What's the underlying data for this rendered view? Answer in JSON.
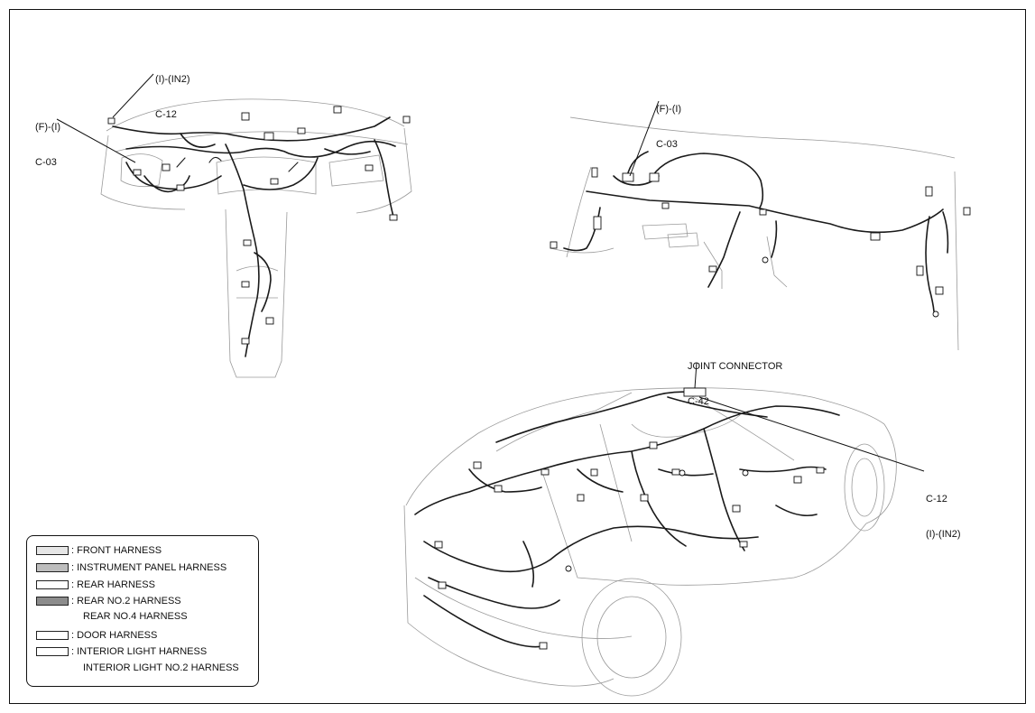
{
  "callouts": {
    "dash_in2": {
      "line1": "(I)-(IN2)",
      "line2": "C-12"
    },
    "dash_fi": {
      "line1": "(F)-(I)",
      "line2": "C-03"
    },
    "kick_fi": {
      "line1": "(F)-(I)",
      "line2": "C-03"
    },
    "joint": {
      "line1": "JOINT CONNECTOR",
      "line2": "C-42"
    },
    "car_c12": {
      "line1": "C-12",
      "line2": "(I)-(IN2)"
    }
  },
  "legend": {
    "items": [
      {
        "label": ": FRONT HARNESS",
        "swatch": "#e6e6e6"
      },
      {
        "label": ": INSTRUMENT PANEL HARNESS",
        "swatch": "#bdbdbd"
      },
      {
        "label": ": REAR HARNESS",
        "swatch": "#ffffff"
      },
      {
        "label": ": REAR NO.2 HARNESS",
        "swatch": "#8c8c8c"
      },
      {
        "label": ": DOOR HARNESS",
        "swatch": "#ffffff"
      },
      {
        "label": ": INTERIOR LIGHT HARNESS",
        "swatch": "#ffffff"
      }
    ],
    "sub_rear4": "REAR NO.4 HARNESS",
    "sub_interior2": "INTERIOR LIGHT NO.2 HARNESS"
  }
}
